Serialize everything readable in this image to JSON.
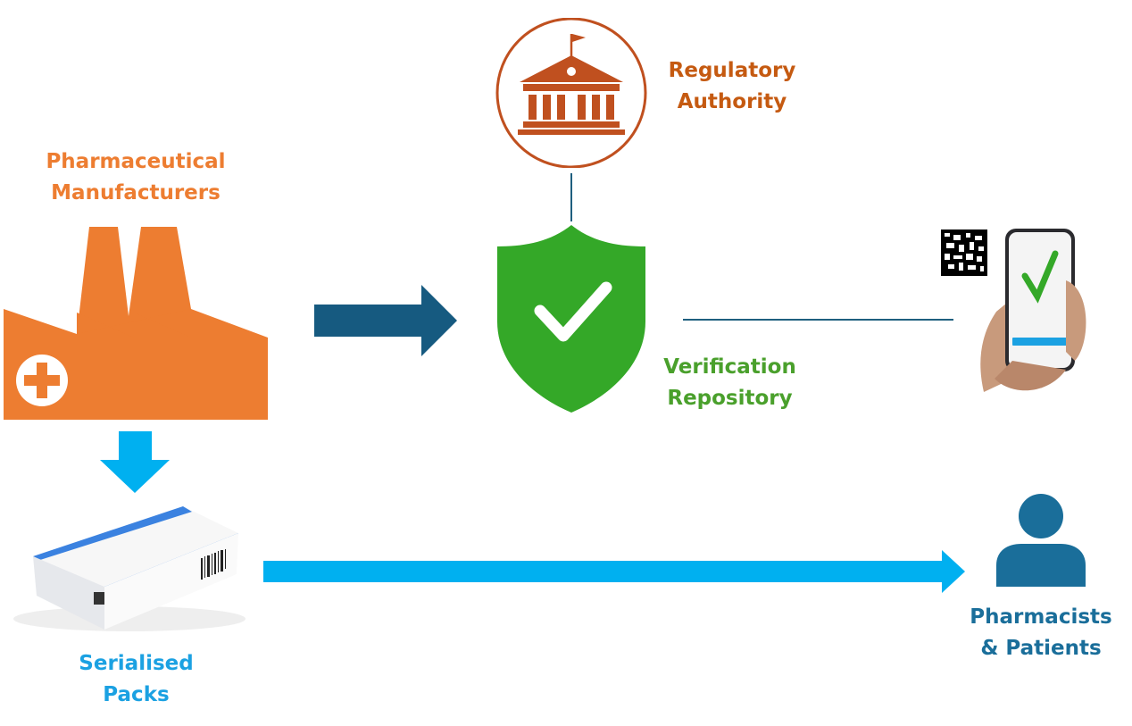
{
  "nodes": {
    "regulator": {
      "line1": "Regulatory",
      "line2": "Authority",
      "icon": "government-building-icon",
      "color": "#c55a11"
    },
    "manufacturer": {
      "line1": "Pharmaceutical",
      "line2": "Manufacturers",
      "icon": "factory-icon",
      "color": "#ed7d31"
    },
    "repository": {
      "line1": "Verification",
      "line2": "Repository",
      "icon": "shield-check-icon",
      "color": "#34a828"
    },
    "packs": {
      "line1": "Serialised",
      "line2": "Packs",
      "icon": "medicine-box-icon",
      "color": "#1ba1e2"
    },
    "users": {
      "line1": "Pharmacists",
      "line2": "& Patients",
      "icon": "person-icon",
      "color": "#1a6e9a"
    },
    "scanner": {
      "icon": "phone-scan-icon"
    }
  },
  "colors": {
    "dark_arrow": "#165a80",
    "light_arrow": "#00b0f0",
    "connector": "#1f5f7f"
  }
}
